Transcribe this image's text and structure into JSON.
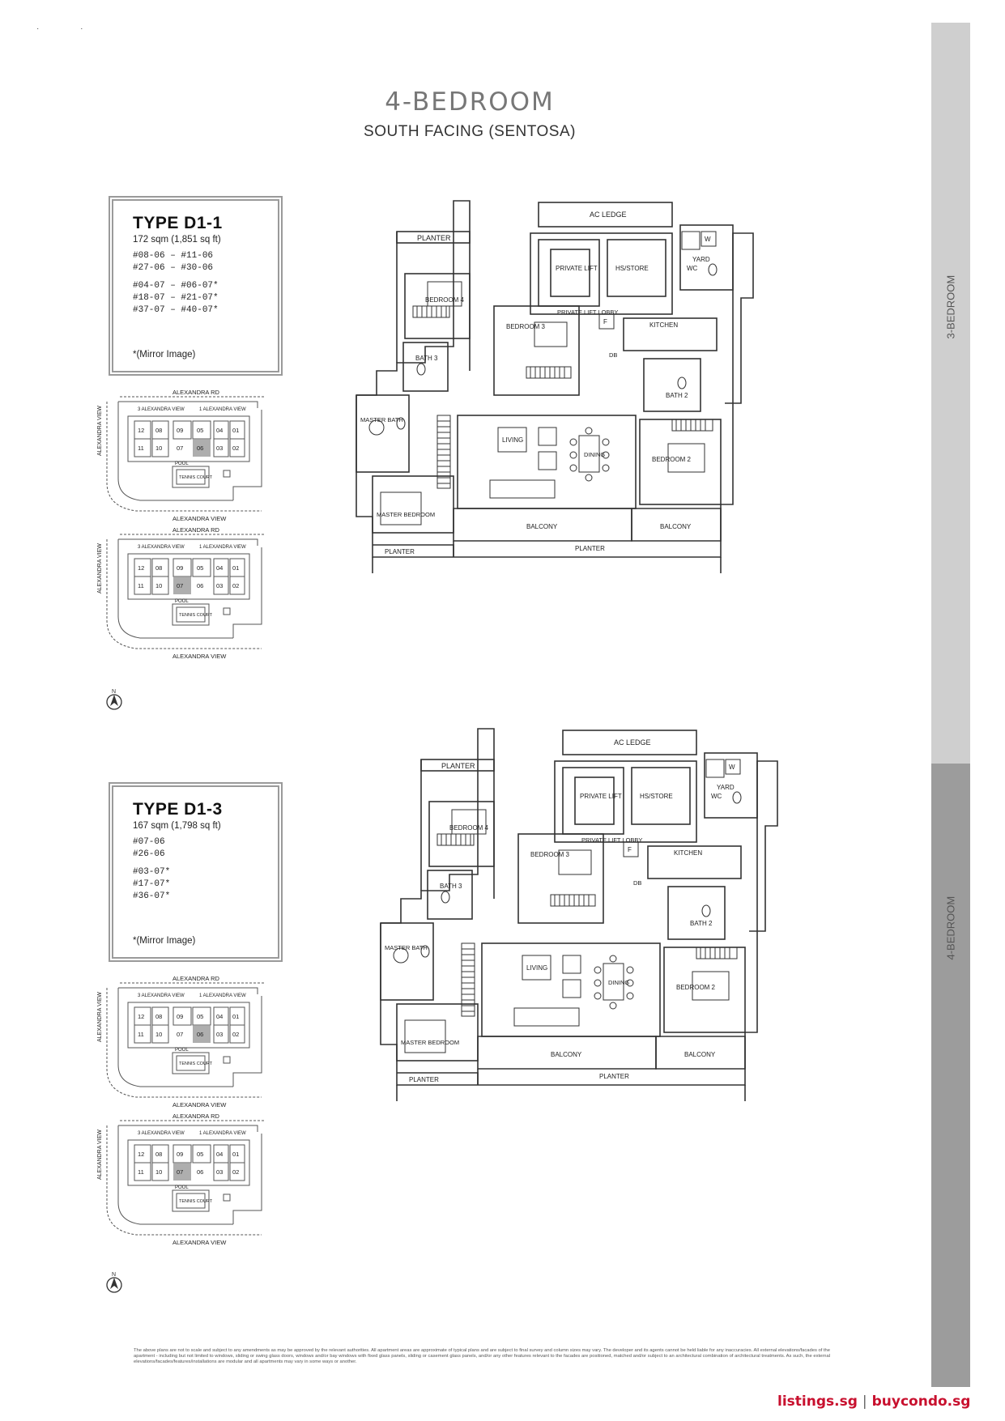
{
  "page": {
    "title": "4-BEDROOM",
    "subtitle": "SOUTH FACING (SENTOSA)"
  },
  "side_tabs": [
    "3-BEDROOM",
    "4-BEDROOM"
  ],
  "units": [
    {
      "type": "TYPE D1-1",
      "area": "172 sqm (1,851 sq ft)",
      "stacks_a": [
        "#08-06 – #11-06",
        "#27-06 – #30-06"
      ],
      "stacks_b": [
        "#04-07 – #06-07*",
        "#18-07 – #21-07*",
        "#37-07 – #40-07*"
      ],
      "note": "*(Mirror Image)",
      "highlight_a": "06",
      "highlight_b": "07"
    },
    {
      "type": "TYPE D1-3",
      "area": "167 sqm (1,798 sq ft)",
      "stacks_a": [
        "#07-06",
        "#26-06"
      ],
      "stacks_b": [
        "#03-07*",
        "#17-07*",
        "#36-07*"
      ],
      "note": "*(Mirror Image)",
      "highlight_a": "06",
      "highlight_b": "07"
    }
  ],
  "site_plan": {
    "road_top": "ALEXANDRA RD",
    "road_left": "ALEXANDRA VIEW",
    "road_bottom": "ALEXANDRA VIEW",
    "block_left": "3 ALEXANDRA VIEW",
    "block_right": "1 ALEXANDRA VIEW",
    "stacks_left": [
      "12",
      "08",
      "11",
      "10"
    ],
    "stacks_mid": [
      "09",
      "06",
      "07",
      "05"
    ],
    "stacks_right": [
      "04",
      "01",
      "03",
      "02"
    ],
    "pool": "POOL",
    "tennis": "TENNIS COURT",
    "north": "N"
  },
  "floor_plan_labels": {
    "ac_ledge": "AC LEDGE",
    "planter": "PLANTER",
    "private_lift": "PRIVATE LIFT",
    "hs_store": "HS/STORE",
    "yard": "YARD",
    "w": "W",
    "wc": "WC",
    "bedroom4": "BEDROOM 4",
    "bedroom3": "BEDROOM 3",
    "private_lift_lobby": "PRIVATE LIFT LOBBY",
    "kitchen": "KITCHEN",
    "bath3": "BATH 3",
    "db": "DB",
    "bath2": "BATH 2",
    "master_bath": "MASTER BATH",
    "living": "LIVING",
    "dining": "DINING",
    "bedroom2": "BEDROOM 2",
    "master_bedroom": "MASTER BEDROOM",
    "balcony": "BALCONY",
    "f": "F"
  },
  "disclaimer": "The above plans are not to scale and subject to any amendments as may be approved by the relevant authorities. All apartment areas are approximate of typical plans and are subject to final survey and column sizes may vary. The developer and its agents cannot be held liable for any inaccuracies. All external elevations/facades of the apartment - including but not limited to windows, sliding or swing glass doors, windows and/or bay windows with fixed glass panels, sliding or casement glass panels, and/or any other features relevant to the facades are positioned, matched and/or subject to an architectural combination of architectural treatments. As such, the external elevations/facades/features/installations are modular and all apartments may vary in some ways or another.",
  "footer": {
    "brand1": "listings.sg",
    "separator": "|",
    "brand2": "buycondo.sg"
  },
  "colors": {
    "accent_red": "#c8102e",
    "band_light": "#cfcfcf",
    "band_dark": "#9c9c9c"
  }
}
